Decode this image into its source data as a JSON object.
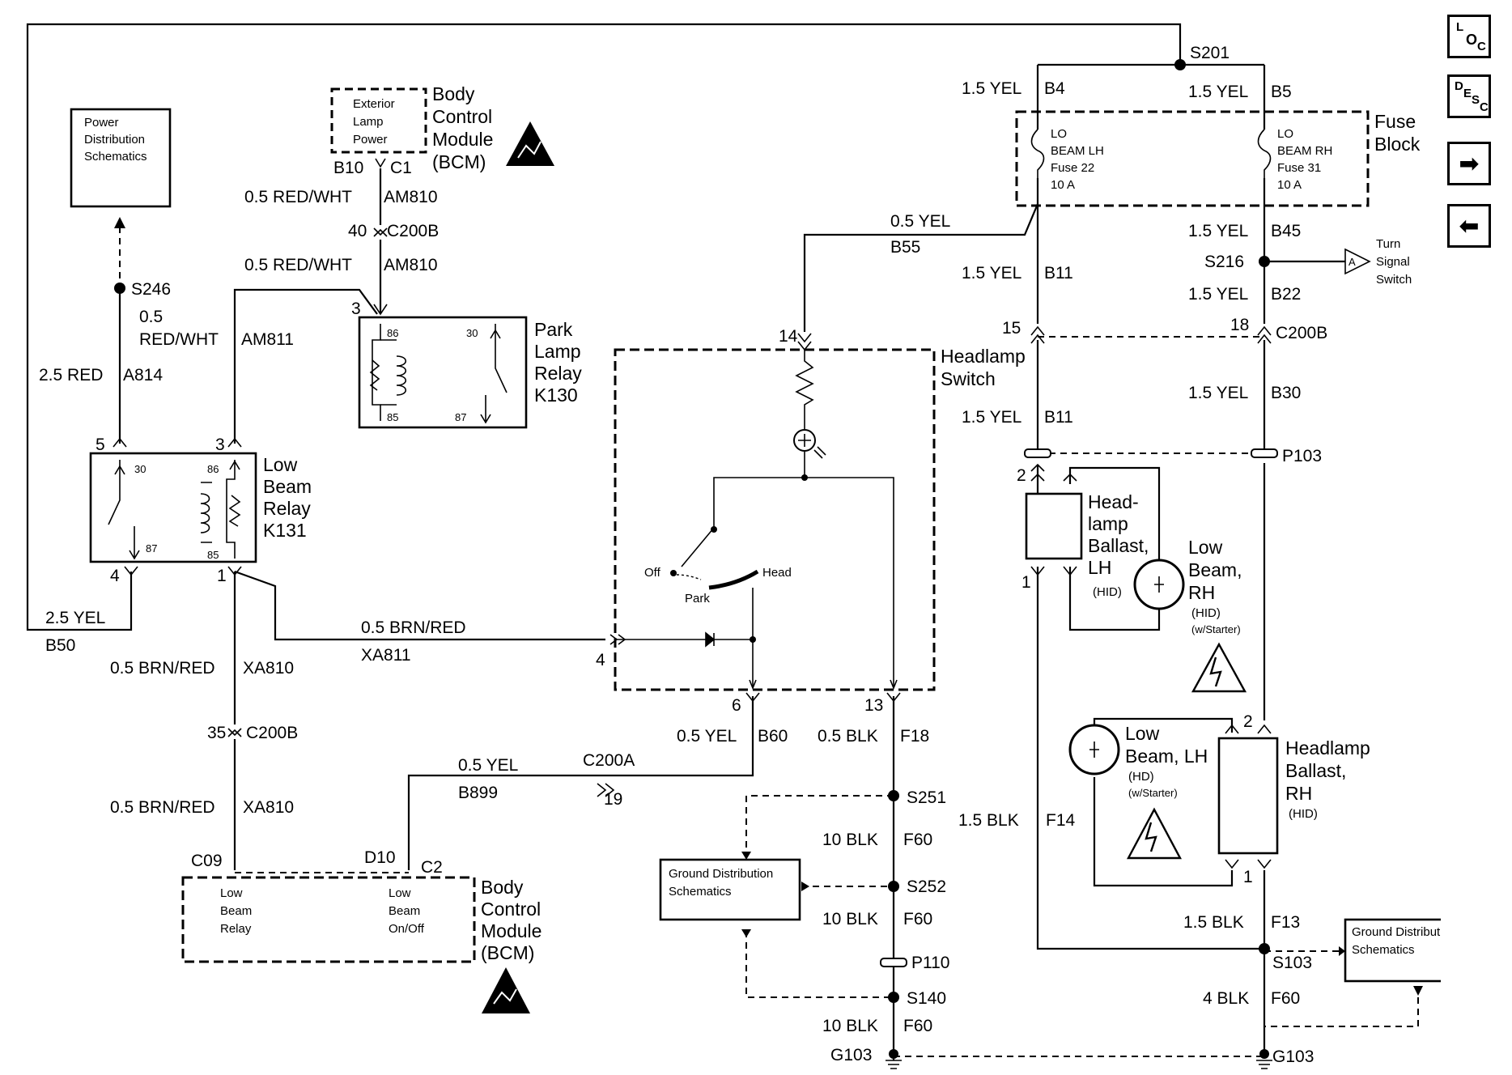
{
  "nav": {
    "loc": [
      "L",
      "O",
      "C"
    ],
    "desc": [
      "D",
      "E",
      "S",
      "C"
    ],
    "next_icon": "right-arrow-icon",
    "prev_icon": "left-arrow-icon"
  },
  "labels": {
    "pds": [
      "Power",
      "Distribution",
      "Schematics"
    ],
    "bcm_top_box": [
      "Exterior",
      "Lamp",
      "Power"
    ],
    "bcm_top_name": [
      "Body",
      "Control",
      "Module",
      "(BCM)"
    ],
    "bcm_top_b10": "B10",
    "bcm_top_c1": "C1",
    "am810_a": "0.5 RED/WHT",
    "am810_a_code": "AM810",
    "c200b_40_pin": "40",
    "c200b_40_name": "C200B",
    "am810_b": "0.5 RED/WHT",
    "am810_b_code": "AM810",
    "s246": "S246",
    "a814_size": "2.5 RED",
    "a814_code": "A814",
    "am811_size_1": "0.5",
    "am811_size_2": "RED/WHT",
    "am811_code": "AM811",
    "park_pin3": "3",
    "park_86": "86",
    "park_30": "30",
    "park_85": "85",
    "park_87": "87",
    "park_name": [
      "Park",
      "Lamp",
      "Relay",
      "K130"
    ],
    "low_pin5": "5",
    "low_pin3": "3",
    "low_30": "30",
    "low_86": "86",
    "low_87": "87",
    "low_85": "85",
    "low_pin4": "4",
    "low_pin1": "1",
    "low_name": [
      "Low",
      "Beam",
      "Relay",
      "K131"
    ],
    "b50_size": "2.5 YEL",
    "b50_code": "B50",
    "xa811_size": "0.5 BRN/RED",
    "xa811_code": "XA811",
    "xa810_a_size": "0.5 BRN/RED",
    "xa810_a_code": "XA810",
    "c200b_35_pin": "35",
    "c200b_35_name": "C200B",
    "xa810_b_size": "0.5 BRN/RED",
    "xa810_b_code": "XA810",
    "bcm_bot_c09": "C09",
    "bcm_bot_d10": "D10",
    "bcm_bot_c2": "C2",
    "bcm_bot_left": [
      "Low",
      "Beam",
      "Relay"
    ],
    "bcm_bot_right": [
      "Low",
      "Beam",
      "On/Off"
    ],
    "bcm_bot_name": [
      "Body",
      "Control",
      "Module",
      "(BCM)"
    ],
    "b899_size": "0.5 YEL",
    "b899_code": "B899",
    "c200a_name": "C200A",
    "c200a_pin": "19",
    "b55_size": "0.5 YEL",
    "b55_code": "B55",
    "hs_pin14": "14",
    "hs_pin4": "4",
    "hs_pin6": "6",
    "hs_pin13": "13",
    "hs_name": [
      "Headlamp",
      "Switch"
    ],
    "hs_off": "Off",
    "hs_park": "Park",
    "hs_head": "Head",
    "b60_size": "0.5 YEL",
    "b60_code": "B60",
    "f18_size": "0.5 BLK",
    "f18_code": "F18",
    "s251": "S251",
    "f60_a_size": "10 BLK",
    "f60_a_code": "F60",
    "s252": "S252",
    "f60_b_size": "10 BLK",
    "f60_b_code": "F60",
    "p110": "P110",
    "s140": "S140",
    "f60_c_size": "10 BLK",
    "f60_c_code": "F60",
    "g103_left": "G103",
    "gds_left": [
      "Ground Distribution",
      "Schematics"
    ],
    "s201": "S201",
    "b4_size": "1.5 YEL",
    "b4_code": "B4",
    "b5_size": "1.5 YEL",
    "b5_code": "B5",
    "fuse22": [
      "LO",
      "BEAM LH",
      "Fuse 22",
      "10 A"
    ],
    "fuse31": [
      "LO",
      "BEAM RH",
      "Fuse 31",
      "10 A"
    ],
    "fuse_block": [
      "Fuse",
      "Block"
    ],
    "b45_size": "1.5 YEL",
    "b45_code": "B45",
    "s216": "S216",
    "turn_pin": "A",
    "turn_name": [
      "Turn",
      "Signal",
      "Switch"
    ],
    "b11_a_size": "1.5 YEL",
    "b11_a_code": "B11",
    "b22_size": "1.5 YEL",
    "b22_code": "B22",
    "c200b_r_pin15": "15",
    "c200b_r_pin18": "18",
    "c200b_r_name": "C200B",
    "b30_size": "1.5 YEL",
    "b30_code": "B30",
    "b11_b_size": "1.5 YEL",
    "b11_b_code": "B11",
    "p103": "P103",
    "lh_pin2": "2",
    "lh_pin1": "1",
    "lh_ballast_name": [
      "Head-",
      "lamp",
      "Ballast,",
      "LH"
    ],
    "lh_ballast_hid": "(HID)",
    "rh_lamp_name": [
      "Low",
      "Beam,",
      "RH"
    ],
    "rh_lamp_hid": "(HID)",
    "rh_lamp_starter": "(w/Starter)",
    "rh_pin2": "2",
    "rh_pin1": "1",
    "rh_ballast_name": [
      "Headlamp",
      "Ballast,",
      "RH"
    ],
    "rh_ballast_hid": "(HID)",
    "lh_lamp_name": [
      "Low",
      "Beam, LH"
    ],
    "lh_lamp_hd": "(HD)",
    "lh_lamp_starter": "(w/Starter)",
    "f14_size": "1.5 BLK",
    "f14_code": "F14",
    "f13_size": "1.5 BLK",
    "f13_code": "F13",
    "s103": "S103",
    "f60_r_size": "4 BLK",
    "f60_r_code": "F60",
    "g103_right": "G103",
    "gds_right": [
      "Ground Distribution",
      "Schematics"
    ]
  }
}
